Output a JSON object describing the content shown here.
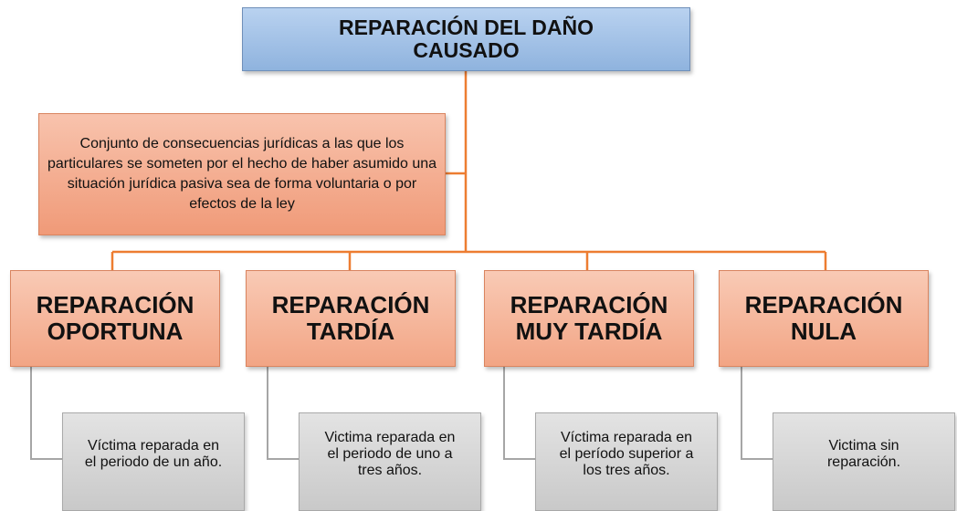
{
  "title": "REPARACIÓN DEL DAÑO\nCAUSADO",
  "definition": "Conjunto de consecuencias jurídicas a las que los particulares se someten por el hecho de haber asumido una situación jurídica pasiva sea de forma voluntaria o por efectos de la ley",
  "types": [
    {
      "label": "REPARACIÓN\nOPORTUNA",
      "description": "Víctima reparada en\nel periodo de un año."
    },
    {
      "label": "REPARACIÓN\nTARDÍA",
      "description": "Victima reparada en\nel periodo de uno a\ntres años."
    },
    {
      "label": "REPARACIÓN\nMUY TARDÍA",
      "description": "Víctima reparada en\nel período superior a\nlos tres años."
    },
    {
      "label": "REPARACIÓN\nNULA",
      "description": "Victima sin\nreparación."
    }
  ],
  "colors": {
    "title_fill": "#a6c3e8",
    "orange_fill": "#f4ac8d",
    "gray_fill": "#d6d6d6",
    "orange_line": "#ed7d31",
    "gray_line": "#a6a6a6"
  }
}
